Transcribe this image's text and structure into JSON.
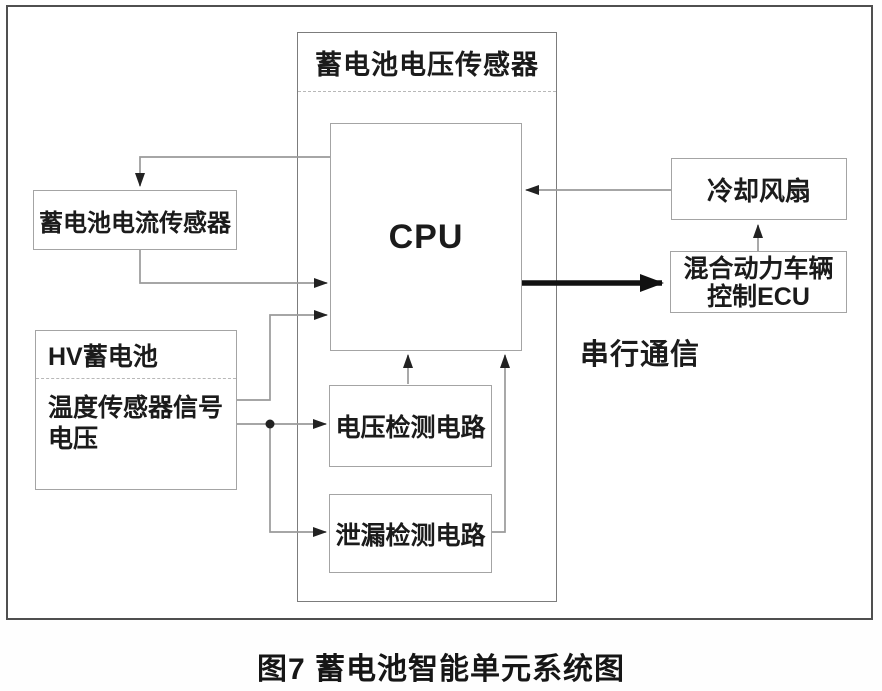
{
  "figure": {
    "caption": "图7 蓄电池智能单元系统图"
  },
  "outer_box": {
    "title": "蓄电池电压传感器"
  },
  "boxes": {
    "cpu": {
      "label": "CPU"
    },
    "current_sensor": {
      "label": "蓄电池电流传感器"
    },
    "hv_battery": {
      "title": "HV蓄电池",
      "sub_line1": "温度传感器信号",
      "sub_line2": "电压"
    },
    "voltage_detect": {
      "label": "电压检测电路"
    },
    "leak_detect": {
      "label": "泄漏检测电路"
    },
    "cooling_fan": {
      "label": "冷却风扇"
    },
    "hybrid_ecu": {
      "line1": "混合动力车辆",
      "line2": "控制ECU"
    }
  },
  "labels": {
    "serial_comm": "串行通信"
  },
  "colors": {
    "wire": "#9a9a9a",
    "arrowhead": "#222222",
    "thick_arrow": "#111111",
    "text": "#1b1b1b",
    "frame": "#4f4f4f",
    "box_border": "#a4a4a4"
  }
}
